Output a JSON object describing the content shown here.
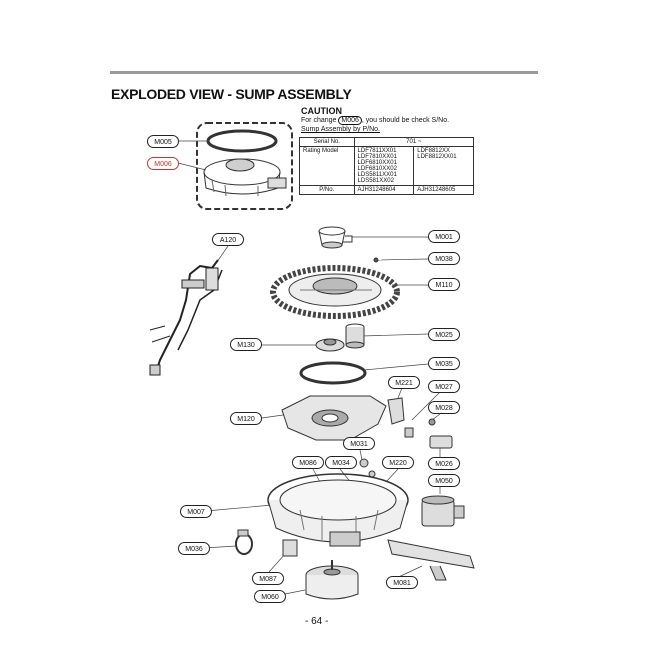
{
  "title": "EXPLODED VIEW - SUMP ASSEMBLY",
  "caution": {
    "heading": "CAUTION",
    "text_before": "For change",
    "part_ref": "M006",
    "text_after": ", you should be check S/No.",
    "subheading": "Sump Assembly by P/No."
  },
  "serial_table": {
    "serial_label": "Serial No.",
    "serial_value": "701 ~",
    "rating_label": "Rating Model",
    "models_col1": [
      "LDF7811XX01",
      "LDF7810XX01",
      "LDF6810XX01",
      "LDF6810XX02",
      "LDS5811XX01",
      "LDS581XX02"
    ],
    "models_col2": [
      "LDF8812XX",
      "LDF8812XX01"
    ],
    "pno_label": "P/No.",
    "pno_col1": "AJH31248604",
    "pno_col2": "AJH31248605"
  },
  "labels": {
    "m005": "M005",
    "m006": "M006",
    "a120": "A120",
    "m001": "M001",
    "m038": "M038",
    "m110": "M110",
    "m025": "M025",
    "m130": "M130",
    "m035": "M035",
    "m221": "M221",
    "m027": "M027",
    "m028": "M028",
    "m120": "M120",
    "m031": "M031",
    "m086": "M086",
    "m034": "M034",
    "m220": "M220",
    "m026": "M026",
    "m050": "M050",
    "m007": "M007",
    "m036": "M036",
    "m087": "M087",
    "m081": "M081",
    "m060": "M060"
  },
  "page_number": "- 64 -",
  "colors": {
    "highlight": "#d03030",
    "rule": "#9a9a9a"
  }
}
